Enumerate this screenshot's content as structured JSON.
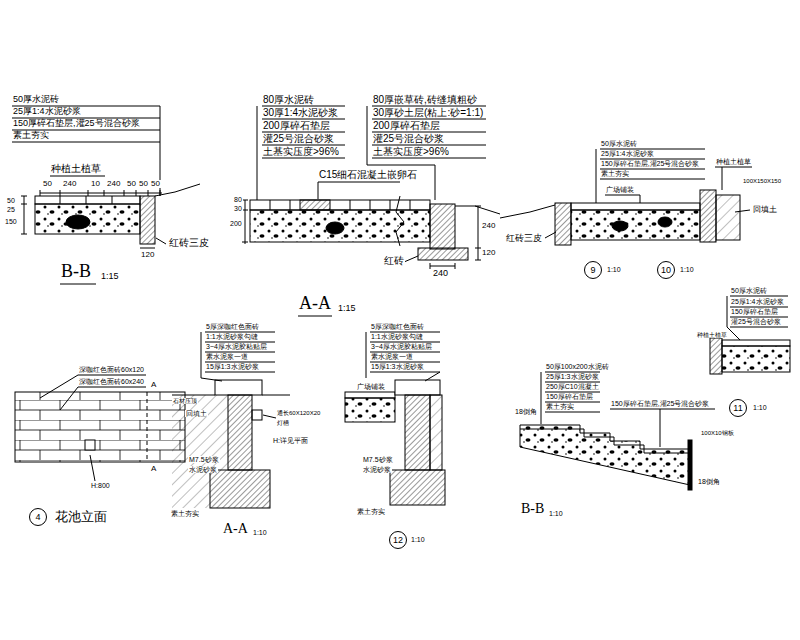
{
  "diagram": {
    "nodes": [
      {
        "text": [
          "9"
        ]
      },
      {
        "text": [
          "10"
        ]
      },
      {
        "text": [
          "11"
        ]
      },
      {
        "text": [
          "4"
        ]
      },
      {
        "text": [
          "12"
        ]
      }
    ],
    "labels": [
      "50厚水泥砖",
      "25厚1:4水泥砂浆",
      "150厚碎石垫层,灌25号混合砂浆",
      "素土夯实",
      "种植土植草",
      "50",
      "240",
      "10",
      "240",
      "50",
      "50",
      "50",
      "50",
      "25",
      "150",
      "120",
      "红砖三皮",
      "B-B",
      "1:15",
      "80厚水泥砖",
      "30厚1:4水泥砂浆",
      "200厚碎石垫层",
      "灌25号混合砂浆",
      "土基实压度>96%",
      "80厚嵌草砖,砖缝填粗砂",
      "30厚砂土层(粘上:砂=1:1)",
      "200厚碎石垫层",
      "灌25号混合砂浆",
      "土基实压度>96%",
      "C15细石混凝土嵌卵石",
      "80",
      "30",
      "200",
      "240",
      "120",
      "红砖",
      "240",
      "A-A",
      "1:15",
      "50厚水泥砖",
      "25厚1:4水泥砂浆",
      "150厚碎石垫层,灌25号混合砂浆",
      "素土夯实",
      "种植土植草",
      "100X150X150",
      "广场铺装",
      "回填土",
      "红砖三皮",
      "1:10",
      "1:10",
      "50厚水泥砖",
      "25厚1:4水泥砂浆",
      "150厚碎石垫层",
      "灌25号混合砂浆",
      "种植土植草",
      "1:10",
      "深咖红色面砖60x120",
      "深咖红色面砖60x240",
      "A",
      "A",
      "H:800",
      "花池立面",
      "5厚深咖红色面砖",
      "1:1水泥砂浆勾缝",
      "3~4厚水泥胶粘贴层",
      "素水泥浆一道",
      "15厚1:3水泥砂浆",
      "石材压顶",
      "回填土",
      "通长60X120X20",
      "灯槽",
      "H:详见平面",
      "M7.5砂浆",
      "水泥砂浆",
      "素土夯实",
      "A-A",
      "1:10",
      "5厚深咖红色面砖",
      "1:1水泥砂浆勾缝",
      "3~4厚水泥胶粘贴层",
      "素水泥浆一道",
      "15厚1:3水泥砂浆",
      "广场铺装",
      "M7.5砂浆",
      "水泥砂浆",
      "素土夯实",
      "1:10",
      "50厚100x200水泥砖",
      "25厚1:3水泥砂浆",
      "250厚C10混凝土",
      "150厚碎石垫层",
      "素土夯实",
      "150厚碎石垫层,灌25号混合砂浆",
      "18倒角",
      "100X10钢板",
      "18倒角",
      "B-B",
      "1:10"
    ]
  }
}
